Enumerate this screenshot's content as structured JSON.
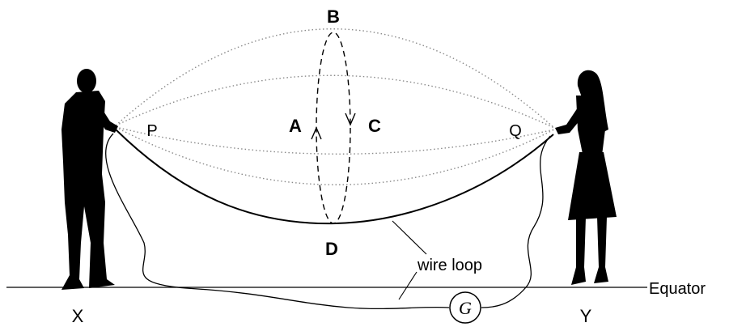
{
  "diagram": {
    "labels": {
      "B": "B",
      "A": "A",
      "C": "C",
      "D": "D",
      "P": "P",
      "Q": "Q",
      "X": "X",
      "Y": "Y",
      "wire_loop": "wire loop",
      "equator": "Equator",
      "galvanometer": "G"
    },
    "colors": {
      "ink": "#000000",
      "dotted_path": "#8a8a8a",
      "background": "#ffffff"
    }
  }
}
